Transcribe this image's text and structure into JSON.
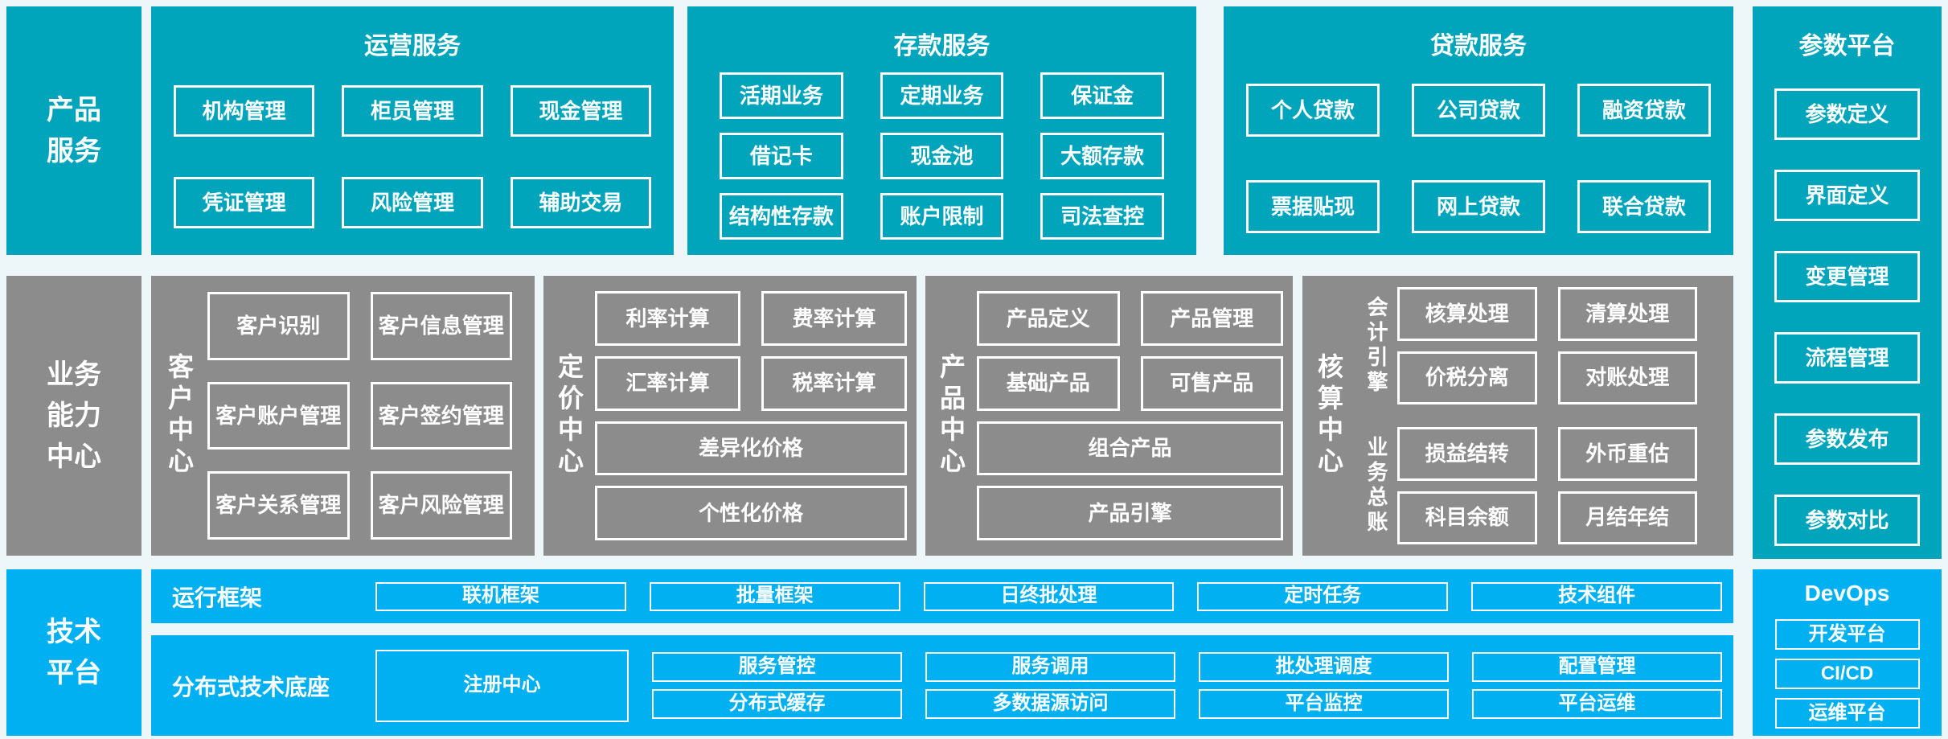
{
  "palette": {
    "teal": "#00a5bb",
    "bright_blue": "#00b0f0",
    "gray": "#8c8c8c",
    "page_bg": "#edf6f9",
    "text": "#ffffff"
  },
  "left_rail": {
    "product_services": "产品服务",
    "business_capability": "业务能力中心",
    "tech_platform": "技术平台"
  },
  "operation_services": {
    "title": "运营服务",
    "items": [
      "机构管理",
      "柜员管理",
      "现金管理",
      "凭证管理",
      "风险管理",
      "辅助交易"
    ]
  },
  "deposit_services": {
    "title": "存款服务",
    "items": [
      "活期业务",
      "定期业务",
      "保证金",
      "借记卡",
      "现金池",
      "大额存款",
      "结构性存款",
      "账户限制",
      "司法查控"
    ]
  },
  "loan_services": {
    "title": "贷款服务",
    "items": [
      "个人贷款",
      "公司贷款",
      "融资贷款",
      "票据贴现",
      "网上贷款",
      "联合贷款"
    ]
  },
  "parameter_platform": {
    "title": "参数平台",
    "items": [
      "参数定义",
      "界面定义",
      "变更管理",
      "流程管理",
      "参数发布",
      "参数对比"
    ]
  },
  "customer_center": {
    "label": "客户中心",
    "items": [
      "客户识别",
      "客户信息管理",
      "客户账户管理",
      "客户签约管理",
      "客户关系管理",
      "客户风险管理"
    ]
  },
  "pricing_center": {
    "label": "定价中心",
    "small_items": [
      "利率计算",
      "费率计算",
      "汇率计算",
      "税率计算"
    ],
    "wide_items": [
      "差异化价格",
      "个性化价格"
    ]
  },
  "product_center": {
    "label": "产品中心",
    "small_items": [
      "产品定义",
      "产品管理",
      "基础产品",
      "可售产品"
    ],
    "wide_items": [
      "组合产品",
      "产品引擎"
    ]
  },
  "accounting_center": {
    "label": "核算中心",
    "groups": [
      {
        "label": "会计引擎",
        "items": [
          "核算处理",
          "清算处理",
          "价税分离",
          "对账处理"
        ]
      },
      {
        "label": "业务总账",
        "items": [
          "损益结转",
          "外币重估",
          "科目余额",
          "月结年结"
        ]
      }
    ]
  },
  "runtime_framework": {
    "label": "运行框架",
    "items": [
      "联机框架",
      "批量框架",
      "日终批处理",
      "定时任务",
      "技术组件"
    ]
  },
  "distributed_base": {
    "label": "分布式技术底座",
    "registry": "注册中心",
    "columns": [
      [
        "服务管控",
        "分布式缓存"
      ],
      [
        "服务调用",
        "多数据源访问"
      ],
      [
        "批处理调度",
        "平台监控"
      ],
      [
        "配置管理",
        "平台运维"
      ]
    ]
  },
  "devops": {
    "title": "DevOps",
    "items": [
      "开发平台",
      "CI/CD",
      "运维平台"
    ]
  }
}
